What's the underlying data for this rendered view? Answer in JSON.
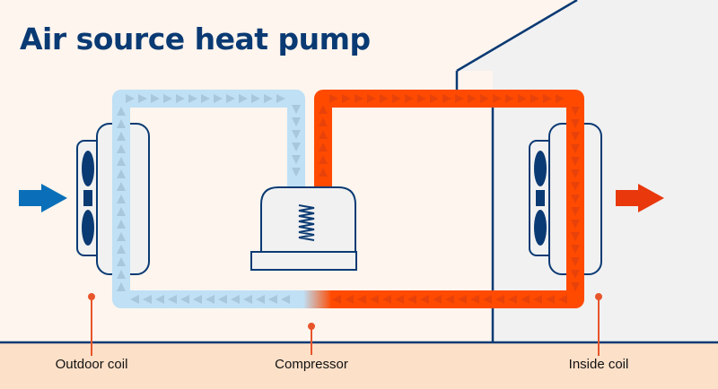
{
  "title": "Air source heat pump",
  "labels": {
    "outdoor_coil": "Outdoor coil",
    "compressor": "Compressor",
    "inside_coil": "Inside coil"
  },
  "colors": {
    "background": "#fdf5ee",
    "ground": "#fde0c8",
    "house": "#f1f1f1",
    "outline": "#0a3a73",
    "cold_pipe": "#bfe0f5",
    "hot_pipe": "#ff4a00",
    "cold_arrow": "#0a6fb8",
    "hot_arrow": "#e8380c",
    "pointer": "#e8552b"
  }
}
